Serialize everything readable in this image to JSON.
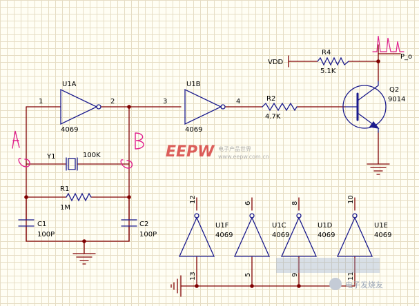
{
  "diagram": {
    "colors": {
      "wire": "#800000",
      "component": "#1a1a8c",
      "text": "#000000",
      "grid": "#e6ddc4",
      "annotation": "#e0208c",
      "watermark_red": "#d22a2a"
    },
    "net_labels": {
      "vdd": "VDD",
      "output": "P_o"
    },
    "annotations": {
      "a": "A",
      "b": "B"
    },
    "gates": {
      "u1a": {
        "ref": "U1A",
        "part": "4069",
        "pin_in": "1",
        "pin_out": "2"
      },
      "u1b": {
        "ref": "U1B",
        "part": "4069",
        "pin_in": "3",
        "pin_out": "4"
      },
      "u1f": {
        "ref": "U1F",
        "part": "4069",
        "pin_top": "12",
        "pin_bottom": "13"
      },
      "u1c": {
        "ref": "U1C",
        "part": "4069",
        "pin_top": "6",
        "pin_bottom": "5"
      },
      "u1d": {
        "ref": "U1D",
        "part": "4069",
        "pin_top": "8",
        "pin_bottom": "9"
      },
      "u1e": {
        "ref": "U1E",
        "part": "4069",
        "pin_top": "10",
        "pin_bottom": "11"
      }
    },
    "components": {
      "y1": {
        "ref": "Y1",
        "value": "100K"
      },
      "r1": {
        "ref": "R1",
        "value": "1M"
      },
      "r2": {
        "ref": "R2",
        "value": "4.7K"
      },
      "r4": {
        "ref": "R4",
        "value": "5.1K"
      },
      "c1": {
        "ref": "C1",
        "value": "100P"
      },
      "c2": {
        "ref": "C2",
        "value": "100P"
      },
      "q2": {
        "ref": "Q2",
        "part": "9014"
      }
    },
    "watermark": {
      "logo": "EEPW",
      "tagline": "电子产品世界",
      "site": "www.eepw.com.cn",
      "bottom_text": "电子发烧友"
    }
  }
}
